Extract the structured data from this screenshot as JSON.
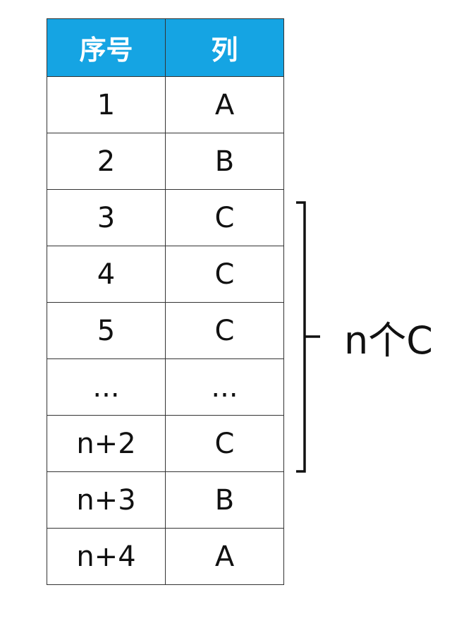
{
  "table": {
    "headers": [
      "序号",
      "列"
    ],
    "rows": [
      [
        "1",
        "A"
      ],
      [
        "2",
        "B"
      ],
      [
        "3",
        "C"
      ],
      [
        "4",
        "C"
      ],
      [
        "5",
        "C"
      ],
      [
        "...",
        "..."
      ],
      [
        "n+2",
        "C"
      ],
      [
        "n+3",
        "B"
      ],
      [
        "n+4",
        "A"
      ]
    ]
  },
  "bracket": {
    "label": "n个C"
  },
  "colors": {
    "header_bg": "#15a4e3",
    "header_text": "#ffffff",
    "border": "#333333"
  }
}
